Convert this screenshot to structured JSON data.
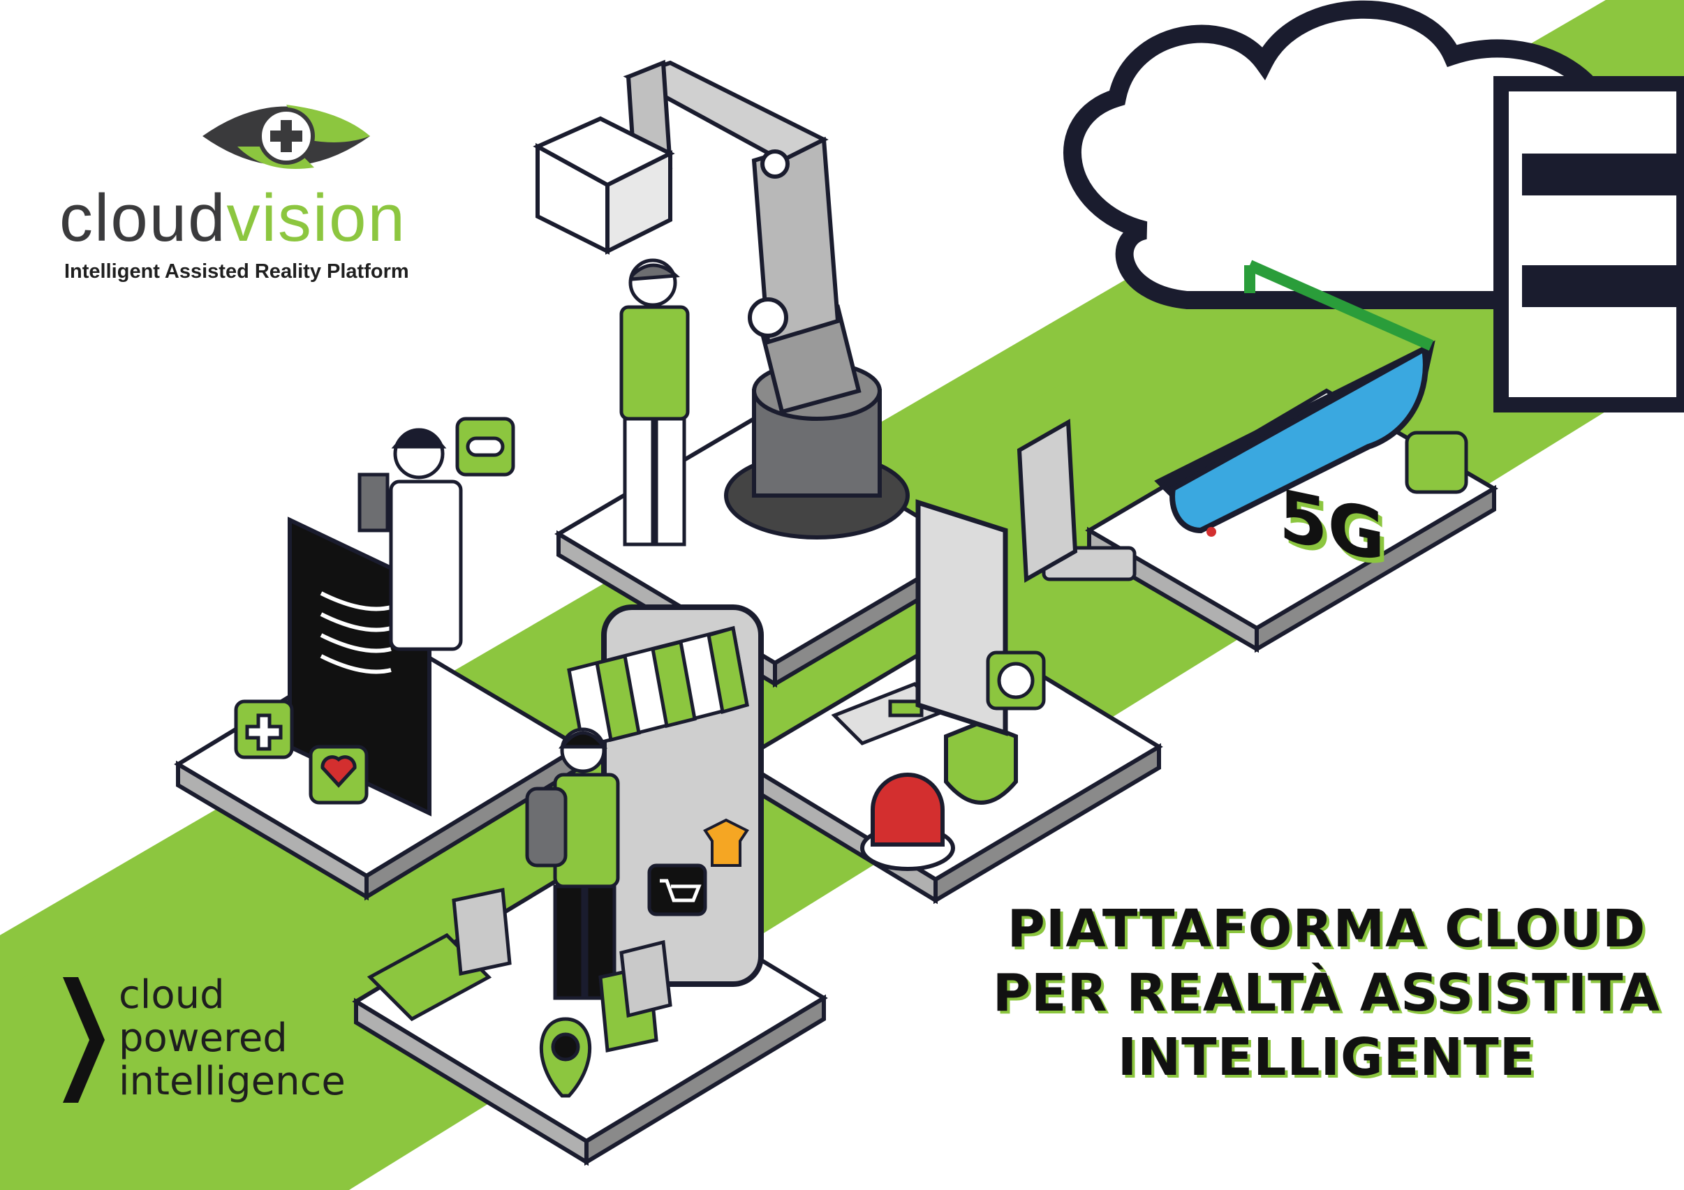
{
  "brand": {
    "name_part1": "cloud",
    "name_part2": "vision",
    "tagline": "Intelligent Assisted Reality Platform"
  },
  "slogan": {
    "lines": [
      "cloud",
      "powered",
      "intelligence"
    ]
  },
  "headline": {
    "line1": "PIATTAFORMA CLOUD",
    "line2": "PER REALTÀ ASSISTITA",
    "line3": "INTELLIGENTE"
  },
  "network_label": "5G",
  "colors": {
    "accent": "#8cc63f",
    "dark": "#1a1c2e",
    "grey": "#6d6e71",
    "screen_blue": "#3aa8e0"
  },
  "icons": [
    "eye-logo-icon",
    "chevron-right-icon",
    "cloud-icon",
    "robot-arm-icon",
    "smart-glasses-icon",
    "smartphone-icon",
    "shopping-cart-icon",
    "heart-icon",
    "medical-cross-icon",
    "pill-icon",
    "shield-icon",
    "alarm-siren-icon",
    "credit-card-icon",
    "shopping-bag-icon",
    "location-pin-icon",
    "clock-icon"
  ]
}
